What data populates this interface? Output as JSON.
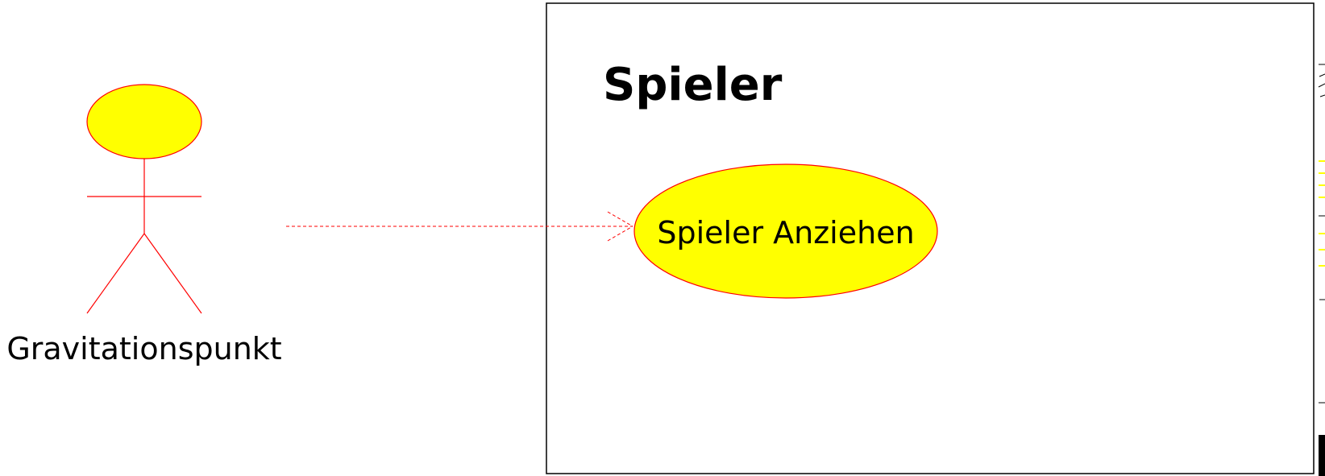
{
  "system": {
    "title": "Spieler"
  },
  "actor": {
    "name": "Gravitationspunkt"
  },
  "use_case": {
    "label": "Spieler Anziehen"
  },
  "colors": {
    "fill": "#ffff00",
    "stroke": "#ff0000",
    "line": "#000000"
  }
}
